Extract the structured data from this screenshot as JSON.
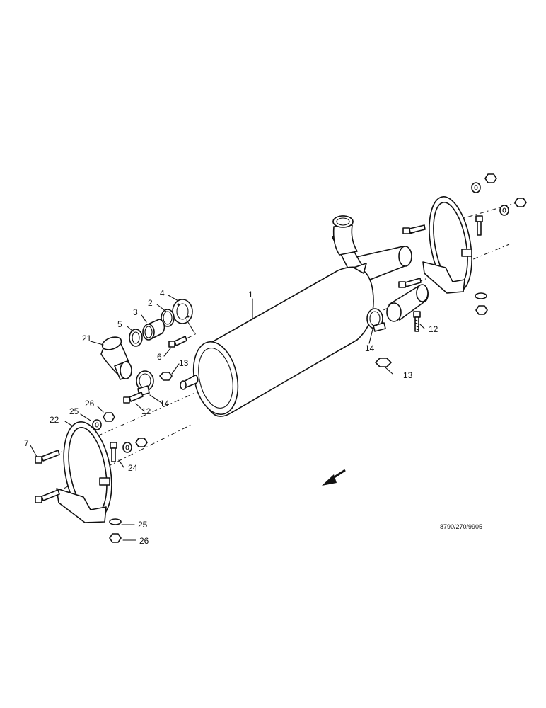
{
  "drawing_ref": "8790/270/9905",
  "callouts": {
    "c1": "1",
    "c2": "2",
    "c3": "3",
    "c4": "4",
    "c5": "5",
    "c6": "6",
    "c7": "7",
    "c12a": "12",
    "c12b": "12",
    "c13a": "13",
    "c13b": "13",
    "c14a": "14",
    "c14b": "14",
    "c21": "21",
    "c22": "22",
    "c24": "24",
    "c25a": "25",
    "c25b": "25",
    "c26a": "26",
    "c26b": "26"
  },
  "icons": {
    "direction_arrow": "arrow-down-left-icon"
  }
}
